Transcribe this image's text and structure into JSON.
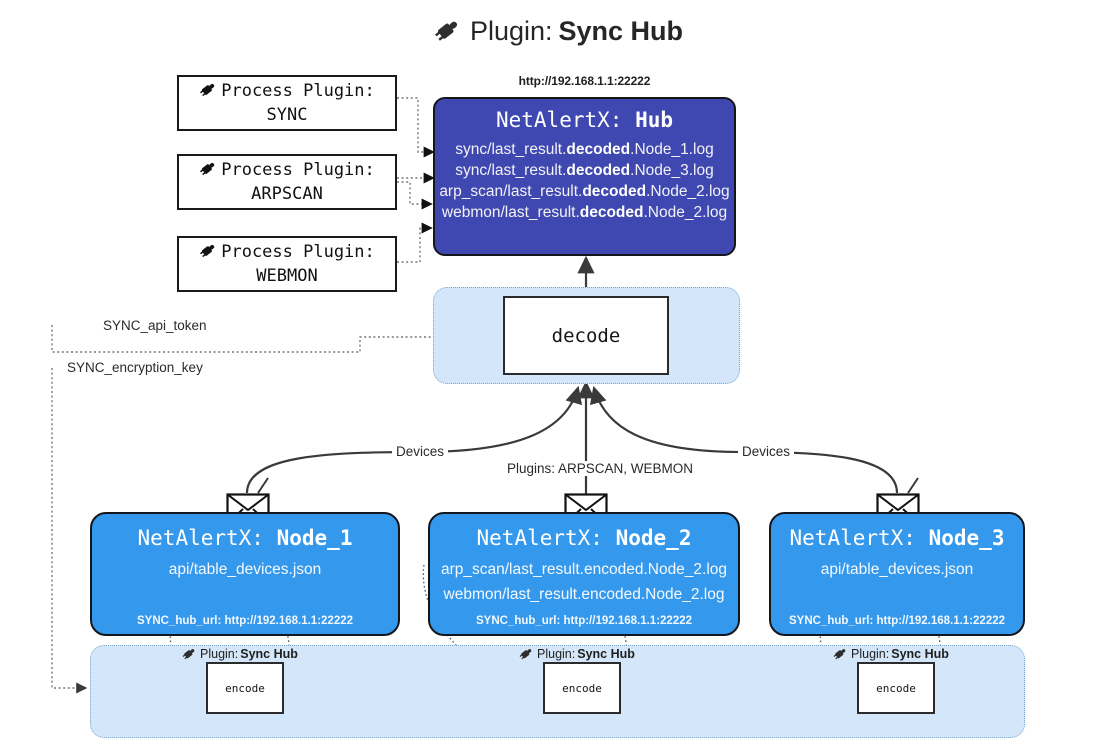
{
  "title": {
    "icon": "plug-icon",
    "prefix": "Plugin:",
    "name": "Sync Hub"
  },
  "process_plugins": [
    {
      "icon": "plug-icon",
      "line1": "Process Plugin:",
      "line2": "SYNC"
    },
    {
      "icon": "plug-icon",
      "line1": "Process Plugin:",
      "line2": "ARPSCAN"
    },
    {
      "icon": "plug-icon",
      "line1": "Process Plugin:",
      "line2": "WEBMON"
    }
  ],
  "hub": {
    "url": "http://192.168.1.1:22222",
    "title_prefix": "NetAlertX:",
    "title_name": "Hub",
    "logs": [
      {
        "pre": "sync/last_result.",
        "mid": "decoded",
        "post": ".Node_1.log"
      },
      {
        "pre": "sync/last_result.",
        "mid": "decoded",
        "post": ".Node_3.log"
      },
      {
        "pre": "arp_scan/last_result.",
        "mid": "decoded",
        "post": ".Node_2.log"
      },
      {
        "pre": "webmon/last_result.",
        "mid": "decoded",
        "post": ".Node_2.log"
      }
    ]
  },
  "decode": {
    "label": "decode"
  },
  "tokens": {
    "api_token": "SYNC_api_token",
    "encryption_key": "SYNC_encryption_key"
  },
  "connector_labels": {
    "devices_left": "Devices",
    "devices_right": "Devices",
    "plugins_middle": "Plugins: ARPSCAN, WEBMON"
  },
  "nodes": [
    {
      "icon": "envelope-icon",
      "title_prefix": "NetAlertX:",
      "title_name": "Node_1",
      "lines": [
        "api/table_devices.json"
      ],
      "url_label": "SYNC_hub_url: http://192.168.1.1:22222"
    },
    {
      "icon": "envelope-icon",
      "title_prefix": "NetAlertX:",
      "title_name": "Node_2",
      "lines": [
        "arp_scan/last_result.encoded.Node_2.log",
        "webmon/last_result.encoded.Node_2.log"
      ],
      "url_label": "SYNC_hub_url: http://192.168.1.1:22222"
    },
    {
      "icon": "envelope-icon",
      "title_prefix": "NetAlertX:",
      "title_name": "Node_3",
      "lines": [
        "api/table_devices.json"
      ],
      "url_label": "SYNC_hub_url: http://192.168.1.1:22222"
    }
  ],
  "encoders": [
    {
      "icon": "plug-icon",
      "label_prefix": "Plugin:",
      "label_name": "Sync Hub",
      "box_label": "encode"
    },
    {
      "icon": "plug-icon",
      "label_prefix": "Plugin:",
      "label_name": "Sync Hub",
      "box_label": "encode"
    },
    {
      "icon": "plug-icon",
      "label_prefix": "Plugin:",
      "label_name": "Sync Hub",
      "box_label": "encode"
    }
  ],
  "colors": {
    "hub_fill": "#3f48b0",
    "node_fill": "#3498ec",
    "band_fill": "#d4e6f9",
    "band_border": "#7aa7cf",
    "stroke": "#2b2b2b"
  }
}
